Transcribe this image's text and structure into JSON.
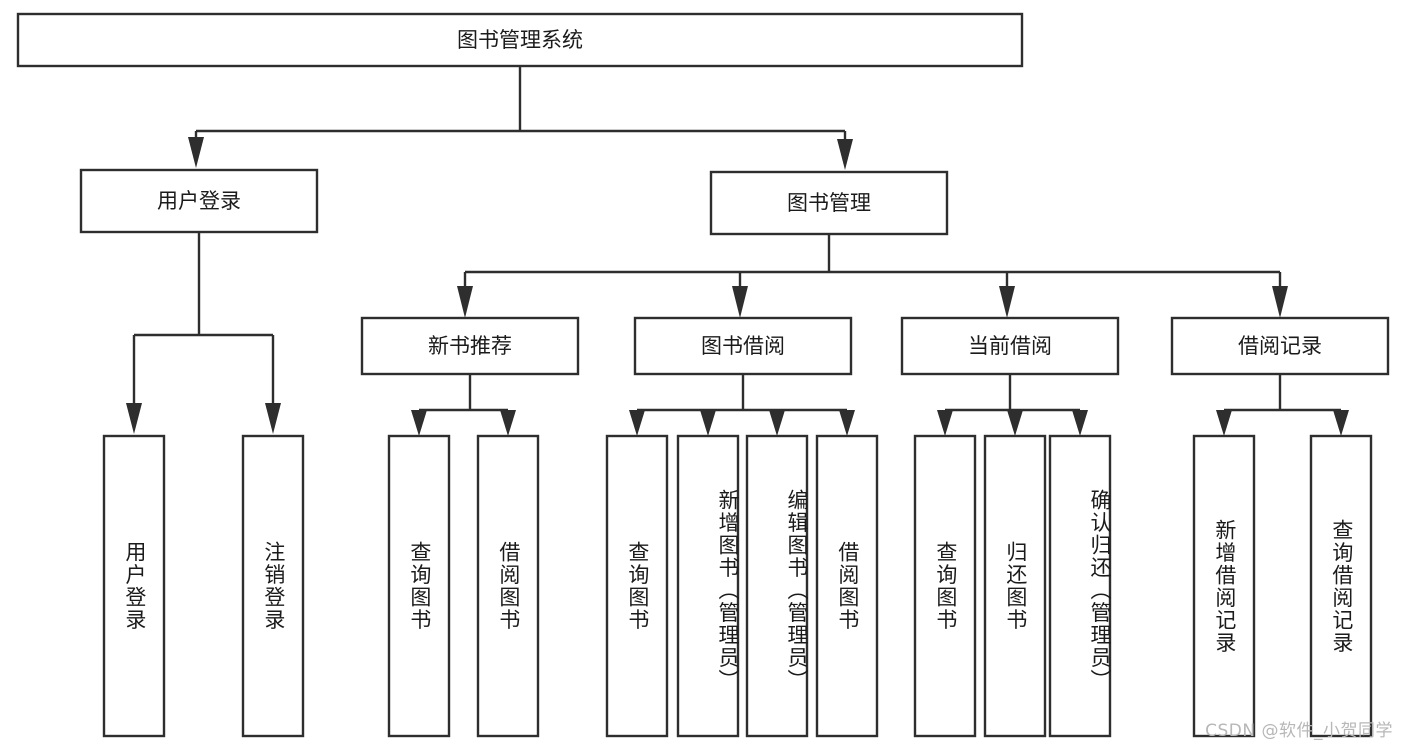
{
  "diagram": {
    "type": "tree-hierarchy",
    "title": "图书管理系统",
    "root": {
      "label": "图书管理系统",
      "level": 1
    },
    "level2": [
      {
        "label": "用户登录"
      },
      {
        "label": "图书管理"
      }
    ],
    "level3": [
      {
        "label": "新书推荐"
      },
      {
        "label": "图书借阅"
      },
      {
        "label": "当前借阅"
      },
      {
        "label": "借阅记录"
      }
    ],
    "leaves": {
      "user_login": [
        {
          "label": "用户登录"
        },
        {
          "label": "注销登录"
        }
      ],
      "new_book_recommend": [
        {
          "label": "查询图书"
        },
        {
          "label": "借阅图书"
        }
      ],
      "book_borrow": [
        {
          "label": "查询图书"
        },
        {
          "label": "新增图书（管理员）"
        },
        {
          "label": "编辑图书（管理员）"
        },
        {
          "label": "借阅图书"
        }
      ],
      "current_borrow": [
        {
          "label": "查询图书"
        },
        {
          "label": "归还图书"
        },
        {
          "label": "确认归还（管理员）"
        }
      ],
      "borrow_records": [
        {
          "label": "新增借阅记录"
        },
        {
          "label": "查询借阅记录"
        }
      ]
    },
    "watermark": "CSDN @软件_小贺同学",
    "colors": {
      "stroke": "#2e2e2e",
      "fill": "#ffffff",
      "text": "#1b1b1b",
      "watermark": "#b7b7b7"
    }
  }
}
